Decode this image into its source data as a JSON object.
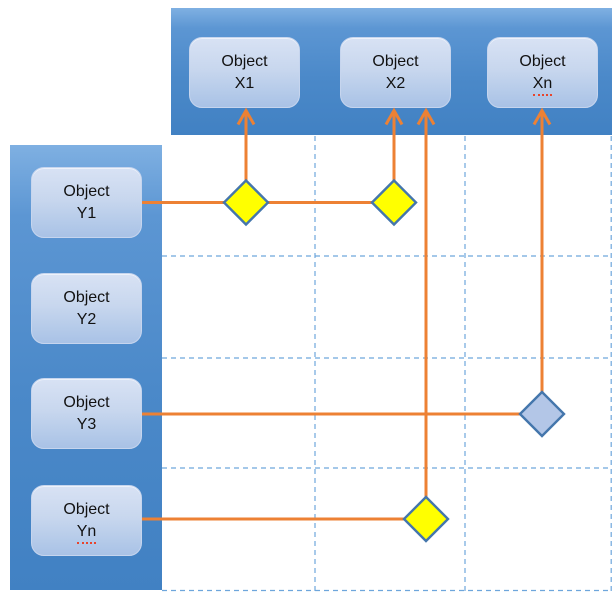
{
  "colors": {
    "bar_gradient_top": "#7FB0E2",
    "bar_gradient_bottom": "#4181C3",
    "node_gradient_top": "#D8E2F4",
    "node_gradient_bottom": "#A9C2E6",
    "connector": "#ED8134",
    "grid_dash": "#6EA6DC",
    "marker_border": "#4476AC",
    "marker_yellow": "#FFFF00",
    "marker_blue": "#B3C6E7",
    "misspell_underline": "#E8442C"
  },
  "matrix": {
    "columns": [
      {
        "line1": "Object",
        "line2": "X1",
        "misspelled": false
      },
      {
        "line1": "Object",
        "line2": "X2",
        "misspelled": false
      },
      {
        "line1": "Object",
        "line2": "Xn",
        "misspelled": true
      }
    ],
    "rows": [
      {
        "line1": "Object",
        "line2": "Y1",
        "misspelled": false
      },
      {
        "line1": "Object",
        "line2": "Y2",
        "misspelled": false
      },
      {
        "line1": "Object",
        "line2": "Y3",
        "misspelled": false
      },
      {
        "line1": "Object",
        "line2": "Yn",
        "misspelled": true
      }
    ],
    "markers": [
      {
        "row": "Y1",
        "column": "X1",
        "type": "yellow-diamond"
      },
      {
        "row": "Y1",
        "column": "X2",
        "type": "yellow-diamond"
      },
      {
        "row": "Y3",
        "column": "Xn",
        "type": "blue-diamond"
      },
      {
        "row": "Yn",
        "column": "X2",
        "type": "yellow-diamond"
      }
    ]
  }
}
